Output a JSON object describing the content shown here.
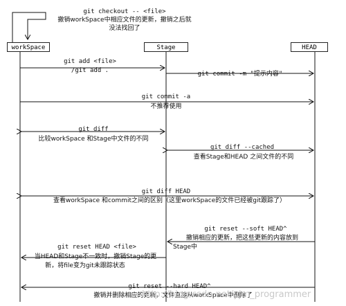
{
  "nodes": {
    "workspace": "workSpace",
    "stage": "Stage",
    "head": "HEAD"
  },
  "arrows": {
    "checkout_cmd": "git checkout -- <file>",
    "checkout_desc1": "撤销workSpace中相应文件的更新，撤销之后就",
    "checkout_desc2": "没法找回了",
    "add_cmd1": "git  add <file>",
    "add_cmd2": "/git add .",
    "commit_cmd": "git commit -m \"提示内容\"",
    "commit_a_cmd": "git commit -a",
    "commit_a_desc": "不推荐使用",
    "diff_cmd": "git diff",
    "diff_desc": "比较workSpace 和Stage中文件的不同",
    "diff_cached_cmd": "git diff --cached",
    "diff_cached_desc": "查看Stage和HEAD 之间文件的不同",
    "diff_head_cmd": "git diff HEAD",
    "diff_head_desc": "查看workSpace 和commit之间的区别（这里workSpace的文件已经被git跟踪了）",
    "reset_soft_cmd": "git reset --soft HEAD^",
    "reset_soft_desc1": "撤销相应的更新，把这些更新的内容放到",
    "reset_soft_desc2": "Stage中",
    "reset_head_cmd": "git reset HEAD <file>",
    "reset_head_desc1": "当HEAD和Stage不一致时，撤销Stage的更",
    "reset_head_desc2": "新，将file变为git未跟踪状态",
    "reset_hard_cmd": "git reset --hard  HEAD^",
    "reset_hard_desc": "撤销并删除相应的更新，文件直接从workSpace中删除了"
  },
  "watermark": "http://blog.csdn.net/yjm_programmer"
}
